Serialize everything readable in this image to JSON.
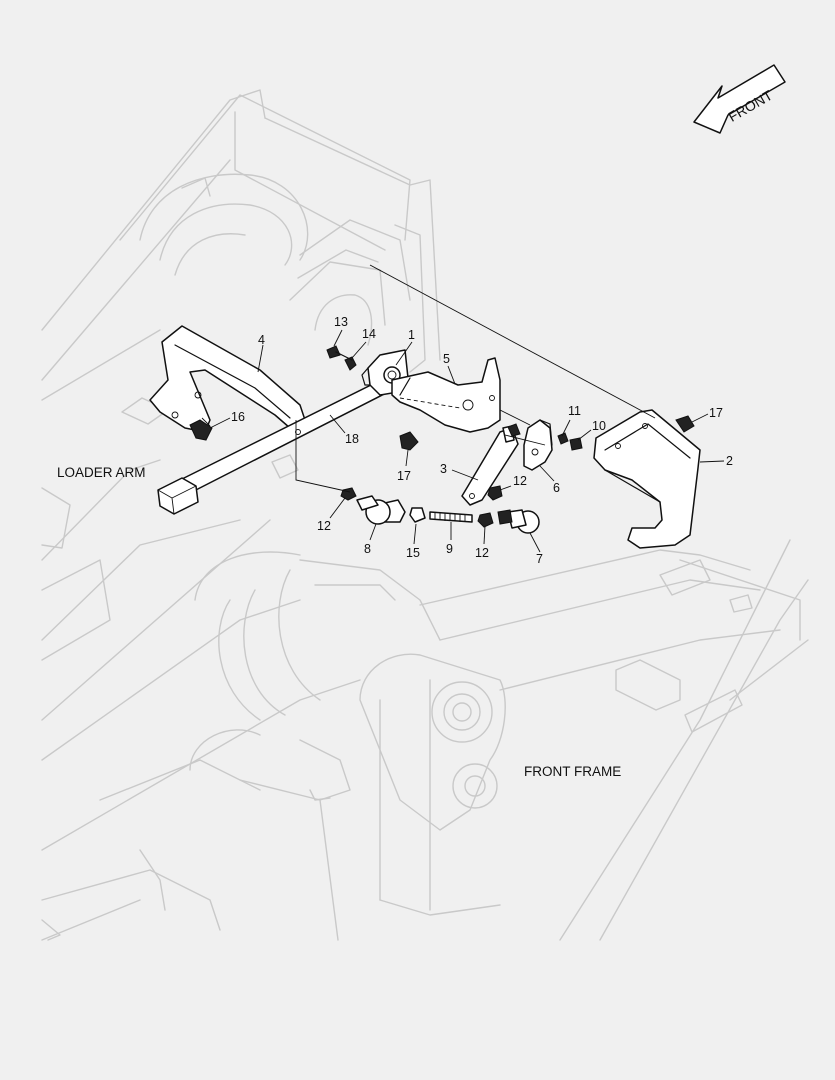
{
  "labels": {
    "front": "FRONT",
    "loader_arm": "LOADER ARM",
    "front_frame": "FRONT FRAME"
  },
  "callouts": [
    {
      "id": "c1",
      "text": "1"
    },
    {
      "id": "c2",
      "text": "2"
    },
    {
      "id": "c3",
      "text": "3"
    },
    {
      "id": "c4",
      "text": "4"
    },
    {
      "id": "c5",
      "text": "5"
    },
    {
      "id": "c6",
      "text": "6"
    },
    {
      "id": "c7",
      "text": "7"
    },
    {
      "id": "c8",
      "text": "8"
    },
    {
      "id": "c9",
      "text": "9"
    },
    {
      "id": "c10",
      "text": "10"
    },
    {
      "id": "c11",
      "text": "11"
    },
    {
      "id": "c12a",
      "text": "12"
    },
    {
      "id": "c12b",
      "text": "12"
    },
    {
      "id": "c12c",
      "text": "12"
    },
    {
      "id": "c13",
      "text": "13"
    },
    {
      "id": "c14",
      "text": "14"
    },
    {
      "id": "c15",
      "text": "15"
    },
    {
      "id": "c16",
      "text": "16"
    },
    {
      "id": "c17a",
      "text": "17"
    },
    {
      "id": "c17b",
      "text": "17"
    },
    {
      "id": "c18",
      "text": "18"
    }
  ]
}
